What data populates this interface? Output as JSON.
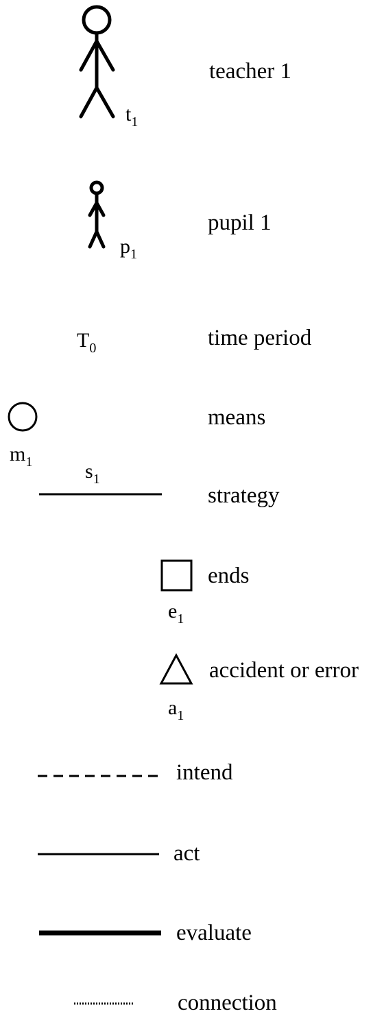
{
  "legend": {
    "items": [
      {
        "symbol": "teacher-figure",
        "symbol_label": "t",
        "subscript": "1",
        "description": "teacher 1"
      },
      {
        "symbol": "pupil-figure",
        "symbol_label": "p",
        "subscript": "1",
        "description": "pupil 1"
      },
      {
        "symbol": "time-label",
        "symbol_label": "T",
        "subscript": "0",
        "description": "time period"
      },
      {
        "symbol": "circle",
        "symbol_label": "m",
        "subscript": "1",
        "description": "means"
      },
      {
        "symbol": "line",
        "symbol_label": "s",
        "subscript": "1",
        "description": "strategy"
      },
      {
        "symbol": "square",
        "symbol_label": "e",
        "subscript": "1",
        "description": "ends"
      },
      {
        "symbol": "triangle",
        "symbol_label": "a",
        "subscript": "1",
        "description": "accident or error"
      },
      {
        "symbol": "dashed-line",
        "description": "intend"
      },
      {
        "symbol": "solid-line",
        "description": "act"
      },
      {
        "symbol": "thick-line",
        "description": "evaluate"
      },
      {
        "symbol": "dotted-line",
        "description": "connection"
      }
    ]
  }
}
